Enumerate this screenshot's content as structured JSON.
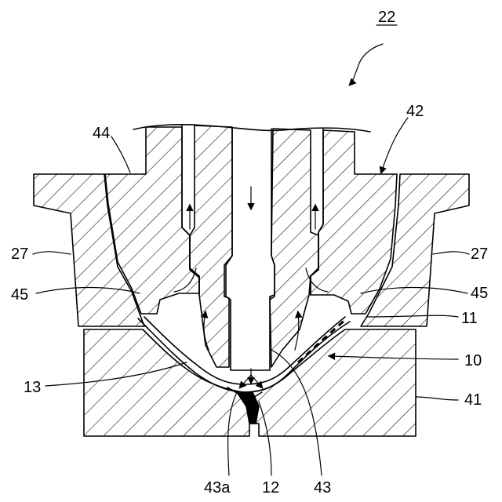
{
  "figure": {
    "labels": {
      "l22": "22",
      "l44": "44",
      "l42": "42",
      "l27a": "27",
      "l27b": "27",
      "l45a": "45",
      "l45b": "45",
      "l11": "11",
      "l10": "10",
      "l13": "13",
      "l41": "41",
      "l43a": "43a",
      "l12": "12",
      "l43": "43"
    }
  }
}
